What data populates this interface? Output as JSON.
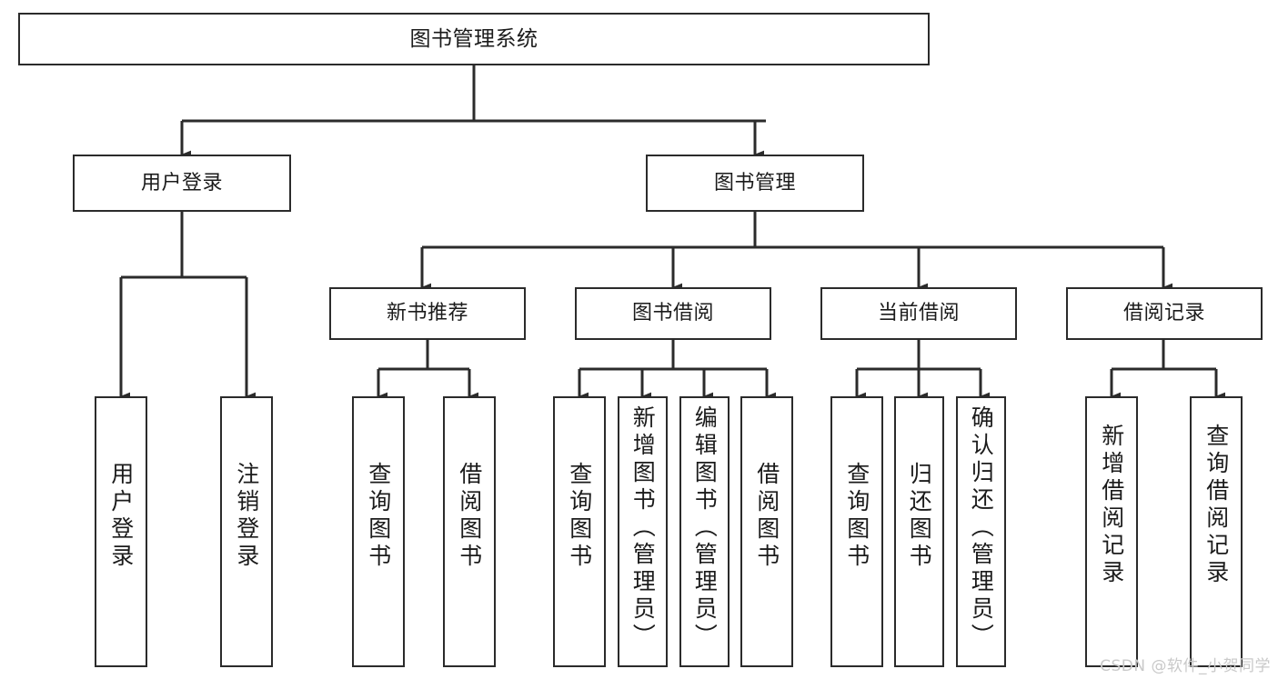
{
  "diagram": {
    "title": "图书管理系统",
    "watermark": "CSDN @软件_小贺同学",
    "colors": {
      "border": "#2b2b2b",
      "text": "#1b1b1b",
      "background": "#ffffff",
      "watermark": "#c9c9c9"
    },
    "levels": {
      "root": "图书管理系统",
      "level2": [
        "用户登录",
        "图书管理"
      ],
      "level3": [
        "新书推荐",
        "图书借阅",
        "当前借阅",
        "借阅记录"
      ]
    },
    "nodes": {
      "root": {
        "label": "图书管理系统"
      },
      "user_login": {
        "label": "用户登录"
      },
      "book_manage": {
        "label": "图书管理"
      },
      "new_book_rec": {
        "label": "新书推荐"
      },
      "book_borrow": {
        "label": "图书借阅"
      },
      "current_borrow": {
        "label": "当前借阅"
      },
      "borrow_record": {
        "label": "借阅记录"
      },
      "leaf_user_login": {
        "label": "用户登录"
      },
      "leaf_logout": {
        "label": "注销登录"
      },
      "leaf_query_book_1": {
        "label": "查询图书"
      },
      "leaf_borrow_book_1": {
        "label": "借阅图书"
      },
      "leaf_query_book_2": {
        "label": "查询图书"
      },
      "leaf_add_book_admin": {
        "label": "新增图书（管理员）"
      },
      "leaf_edit_book_admin": {
        "label": "编辑图书（管理员）"
      },
      "leaf_borrow_book_2": {
        "label": "借阅图书"
      },
      "leaf_query_book_3": {
        "label": "查询图书"
      },
      "leaf_return_book": {
        "label": "归还图书"
      },
      "leaf_confirm_return_admin": {
        "label": "确认归还（管理员）"
      },
      "leaf_add_record": {
        "label": "新增借阅记录"
      },
      "leaf_query_record": {
        "label": "查询借阅记录"
      }
    }
  }
}
